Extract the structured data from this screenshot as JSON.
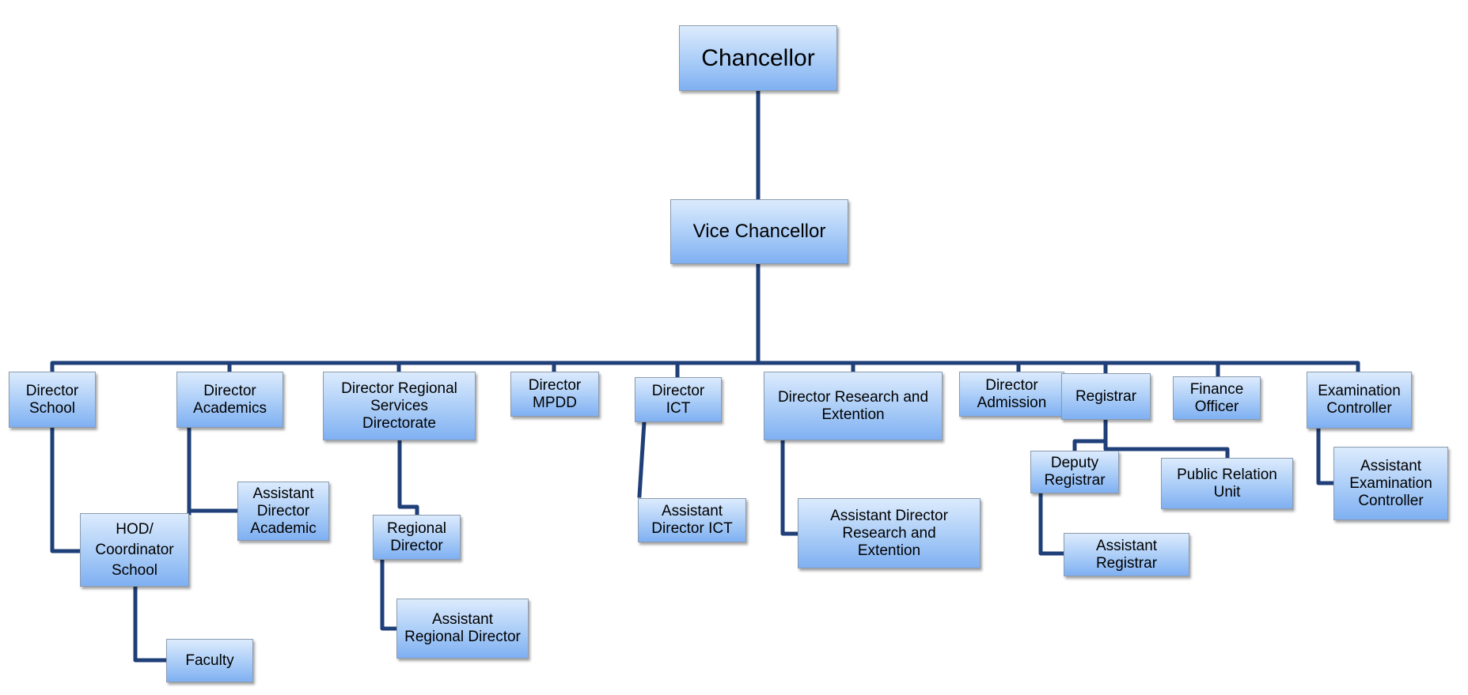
{
  "chart": {
    "nodes": {
      "chancellor": "Chancellor",
      "vice_chancellor": "Vice Chancellor",
      "director_school": "Director\nSchool",
      "director_academics": "Director\nAcademics",
      "director_regional": "Director Regional\nServices\nDirectorate",
      "director_mpdd": "Director\nMPDD",
      "director_ict": "Director\nICT",
      "director_research": "Director Research and\nExtention",
      "director_admission": "Director\nAdmission",
      "registrar": "Registrar",
      "finance_officer": "Finance\nOfficer",
      "examination_controller": "Examination\nController",
      "hod_coordinator": "HOD/\nCoordinator\nSchool",
      "faculty": "Faculty",
      "assistant_director_academic": "Assistant\nDirector\nAcademic",
      "regional_director": "Regional\nDirector",
      "assistant_regional_director": "Assistant\nRegional Director",
      "assistant_director_ict": "Assistant\nDirector ICT",
      "assistant_director_research": "Assistant Director\nResearch  and\nExtention",
      "deputy_registrar": "Deputy\nRegistrar",
      "assistant_registrar": "Assistant\nRegistrar",
      "public_relation_unit": "Public Relation\nUnit",
      "assistant_examination_controller": "Assistant\nExamination\nController"
    },
    "colors": {
      "connector": "#1f3f78",
      "box_top": "#dcebfd",
      "box_bottom": "#7fb0f2",
      "box_border": "#8a9bb0"
    }
  }
}
